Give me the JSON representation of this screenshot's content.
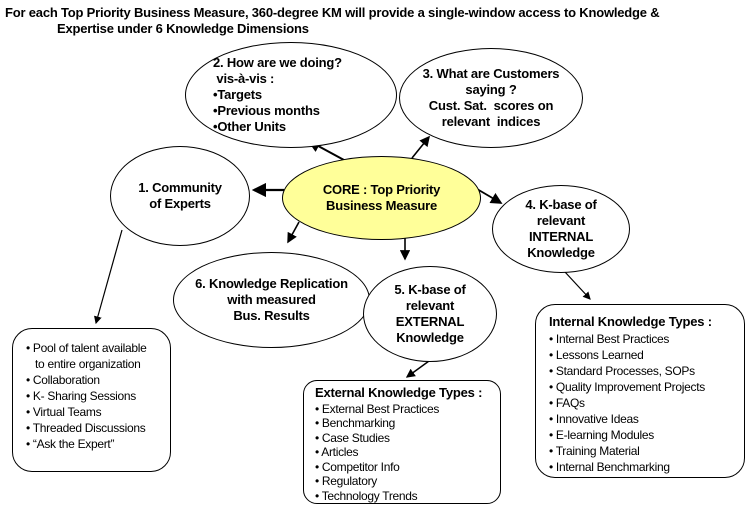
{
  "title": {
    "line1": "For each Top Priority Business Measure, 360-degree KM will provide a single-window access to Knowledge &",
    "line2": "Expertise under 6 Knowledge Dimensions"
  },
  "colors": {
    "core_fill": "#FFFF99",
    "stroke": "#000000",
    "background": "#FFFFFF",
    "text": "#000000"
  },
  "nodes": {
    "core": {
      "lines": [
        "CORE : Top Priority",
        "Business Measure"
      ]
    },
    "community": {
      "lines": [
        "1. Community",
        "of Experts"
      ]
    },
    "how_are_we_doing": {
      "lines": [
        "2. How are we doing?",
        " vis-à-vis :",
        "•Targets",
        "•Previous months",
        "•Other Units"
      ]
    },
    "customers": {
      "lines": [
        "3. What are Customers",
        "saying ?",
        "Cust. Sat.  scores on",
        "relevant  indices"
      ]
    },
    "internal_kbase": {
      "lines": [
        "4. K-base of",
        "relevant",
        "INTERNAL",
        "Knowledge"
      ]
    },
    "external_kbase": {
      "lines": [
        "5. K-base of",
        "relevant",
        "EXTERNAL",
        "Knowledge"
      ]
    },
    "replication": {
      "lines": [
        "6. Knowledge Replication",
        "with measured",
        "Bus. Results"
      ]
    }
  },
  "boxes": {
    "community_details": {
      "lines": [
        "• Pool of talent available",
        "to entire organization",
        "• Collaboration",
        "• K- Sharing Sessions",
        "• Virtual Teams",
        "• Threaded Discussions",
        "• “Ask the Expert”"
      ]
    },
    "external_types": {
      "title": "External Knowledge Types :",
      "items": [
        "• External Best Practices",
        "• Benchmarking",
        "• Case Studies",
        "• Articles",
        "• Competitor Info",
        "• Regulatory",
        "• Technology Trends"
      ]
    },
    "internal_types": {
      "title": "Internal Knowledge Types :",
      "items": [
        "• Internal Best Practices",
        "• Lessons Learned",
        "• Standard Processes, SOPs",
        "• Quality Improvement Projects",
        "• FAQs",
        "• Innovative Ideas",
        "• E-learning Modules",
        "• Training Material",
        "• Internal Benchmarking"
      ]
    }
  }
}
